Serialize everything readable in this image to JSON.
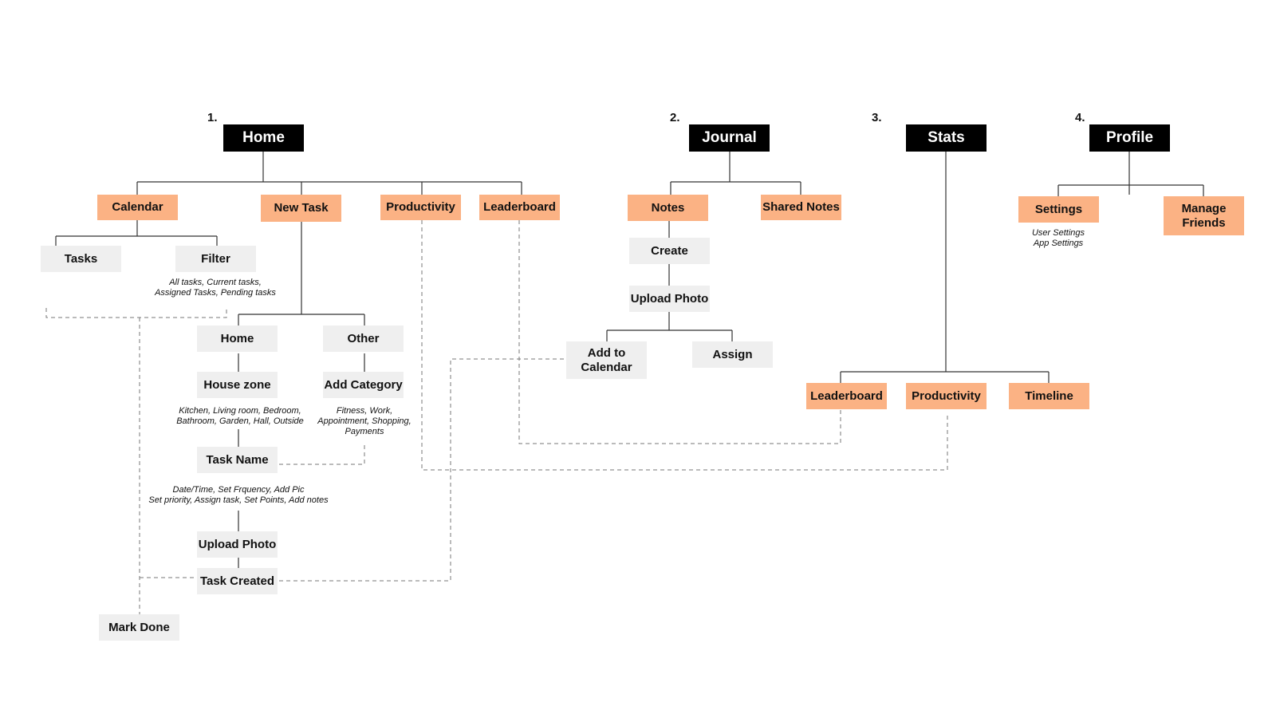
{
  "colors": {
    "primary_bg": "#000000",
    "primary_text": "#ffffff",
    "section_bg": "#fbb284",
    "step_bg": "#efefef",
    "line": "#333333",
    "dashed_line": "#777777"
  },
  "sections": [
    {
      "number": "1.",
      "title": "Home"
    },
    {
      "number": "2.",
      "title": "Journal"
    },
    {
      "number": "3.",
      "title": "Stats"
    },
    {
      "number": "4.",
      "title": "Profile"
    }
  ],
  "home": {
    "calendar": "Calendar",
    "new_task": "New Task",
    "productivity": "Productivity",
    "leaderboard": "Leaderboard",
    "tasks": "Tasks",
    "filter": "Filter",
    "filter_note": "All tasks, Current tasks,\nAssigned Tasks, Pending tasks",
    "home_branch": "Home",
    "other": "Other",
    "house_zone": "House zone",
    "house_zone_note": "Kitchen, Living room, Bedroom,\nBathroom, Garden, Hall, Outside",
    "add_category": "Add Category",
    "add_category_note": "Fitness, Work,\nAppointment, Shopping,\nPayments",
    "task_name": "Task Name",
    "task_name_note": "Date/Time, Set Frquency, Add Pic\nSet priority, Assign task, Set Points, Add notes",
    "upload_photo": "Upload Photo",
    "task_created": "Task Created",
    "mark_done": "Mark Done"
  },
  "journal": {
    "notes": "Notes",
    "shared_notes": "Shared Notes",
    "create": "Create",
    "upload_photo": "Upload Photo",
    "add_to_calendar": "Add to\nCalendar",
    "assign": "Assign"
  },
  "stats": {
    "leaderboard": "Leaderboard",
    "productivity": "Productivity",
    "timeline": "Timeline"
  },
  "profile": {
    "settings": "Settings",
    "settings_note": "User Settings\nApp Settings",
    "manage_friends": "Manage\nFriends"
  }
}
